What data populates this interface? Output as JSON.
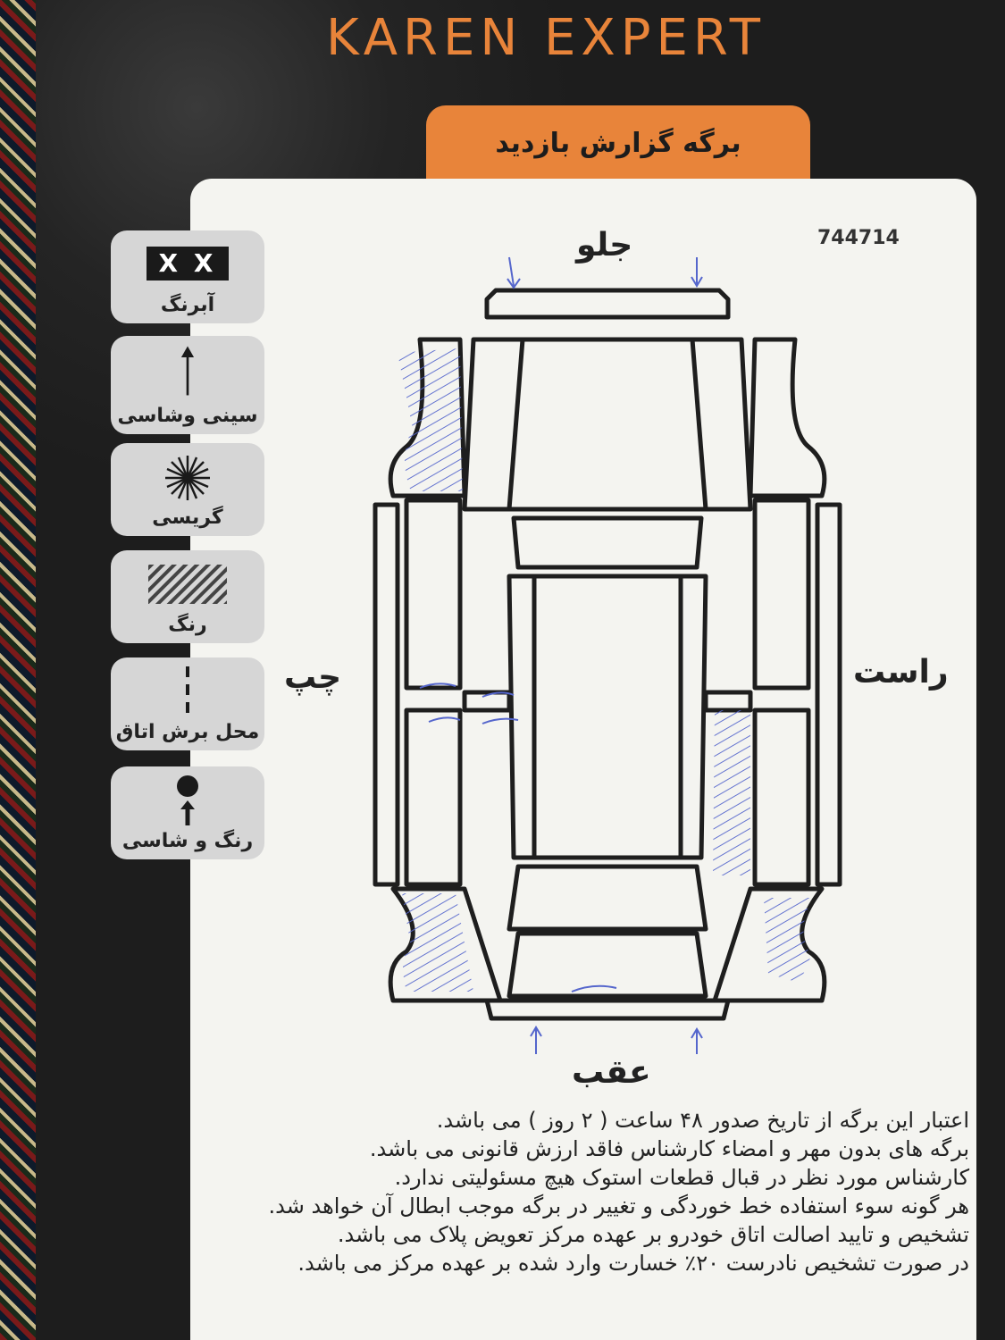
{
  "brand": "KAREN EXPERT",
  "title": "برگه گزارش بازدید",
  "serial": "744714",
  "directions": {
    "front": "جلو",
    "rear": "عقب",
    "left": "چپ",
    "right": "راست"
  },
  "legend": [
    {
      "label": "آبرنگ",
      "icon": "xx-icon",
      "symbol": "X X"
    },
    {
      "label": "سینی وشاسی",
      "icon": "arrow-up-icon"
    },
    {
      "label": "گریسی",
      "icon": "starburst-icon"
    },
    {
      "label": "رنگ",
      "icon": "hatch-icon"
    },
    {
      "label": "محل برش اتاق",
      "icon": "dashed-line-icon"
    },
    {
      "label": "رنگ و شاسی",
      "icon": "dot-arrow-icon"
    }
  ],
  "notes": [
    "اعتبار این برگه از تاریخ صدور ۴۸ ساعت ( ۲ روز ) می باشد.",
    "برگه های بدون مهر و امضاء کارشناس فاقد ارزش قانونی می باشد.",
    "کارشناس مورد نظر در قبال قطعات استوک هیچ مسئولیتی ندارد.",
    "هر گونه سوء استفاده خط خوردگی و تغییر در برگه موجب ابطال آن خواهد شد.",
    "تشخیص و تایید اصالت اتاق خودرو بر عهده مرکز تعویض پلاک می باشد.",
    "در صورت تشخیص نادرست ۲۰٪ خسارت وارد شده بر عهده مرکز می باشد."
  ],
  "colors": {
    "accent": "#e8843a",
    "ink": "#5566cc",
    "outline": "#1e1e1e"
  }
}
